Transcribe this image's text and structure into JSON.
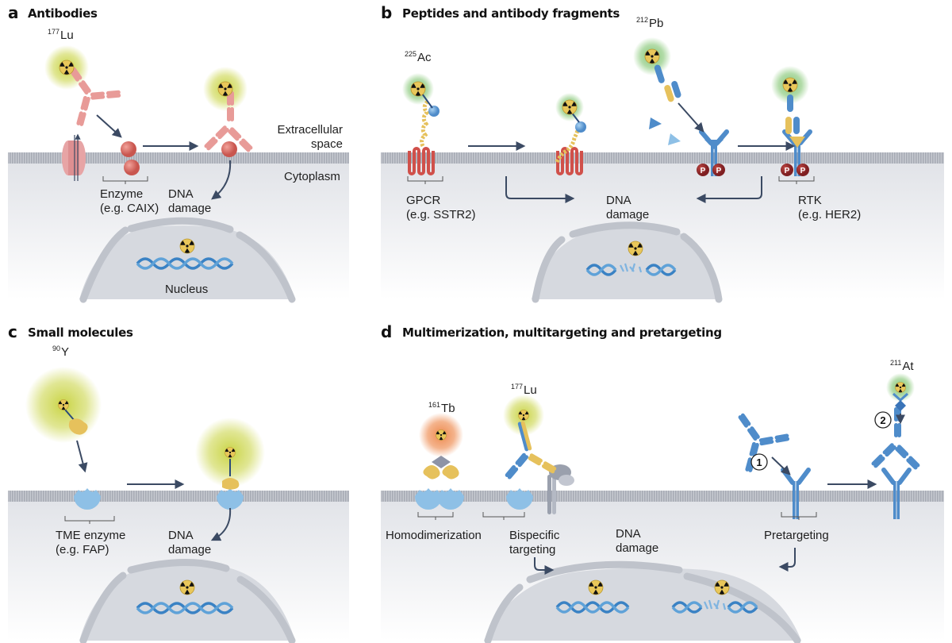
{
  "figure": {
    "panels": [
      {
        "id": "a",
        "letter": "a",
        "title": "Antibodies",
        "isotopes": [
          {
            "mass": "177",
            "symbol": "Lu",
            "glow": "#c7d23c"
          }
        ],
        "labels": {
          "extracellular": "Extracellular\nspace",
          "cytoplasm": "Cytoplasm",
          "target": "Enzyme\n(e.g. CAIX)",
          "dna_damage": "DNA\ndamage",
          "nucleus": "Nucleus"
        }
      },
      {
        "id": "b",
        "letter": "b",
        "title": "Peptides and antibody fragments",
        "isotopes": [
          {
            "mass": "225",
            "symbol": "Ac",
            "glow": "#7fc46f"
          },
          {
            "mass": "212",
            "symbol": "Pb",
            "glow": "#7fc46f"
          }
        ],
        "labels": {
          "target_left": "GPCR\n(e.g. SSTR2)",
          "dna_damage": "DNA\ndamage",
          "target_right": "RTK\n(e.g. HER2)",
          "phospho": "P"
        }
      },
      {
        "id": "c",
        "letter": "c",
        "title": "Small molecules",
        "isotopes": [
          {
            "mass": "90",
            "symbol": "Y",
            "glow": "#c7d23c"
          }
        ],
        "labels": {
          "target": "TME enzyme\n(e.g. FAP)",
          "dna_damage": "DNA\ndamage"
        }
      },
      {
        "id": "d",
        "letter": "d",
        "title": "Multimerization, multitargeting and pretargeting",
        "isotopes": [
          {
            "mass": "161",
            "symbol": "Tb",
            "glow": "#ee8a4e"
          },
          {
            "mass": "177",
            "symbol": "Lu",
            "glow": "#c7d23c"
          },
          {
            "mass": "211",
            "symbol": "At",
            "glow": "#7fc46f"
          }
        ],
        "labels": {
          "homodimerization": "Homodimerization",
          "bispecific": "Bispecific\ntargeting",
          "dna_damage": "DNA\ndamage",
          "pretargeting": "Pretargeting",
          "step1": "1",
          "step2": "2"
        }
      }
    ],
    "colors": {
      "membrane": "#b9bcc4",
      "cytoplasm": "#e3e5ea",
      "nucleus": "#d2d5dc",
      "antibody_red": "#e69a9a",
      "protein_blue": "#4f8cca",
      "light_blue": "#8ec0e6",
      "yellow": "#e6c15c",
      "dna_blue": "#3a82c4",
      "arrow": "#3b4a63",
      "phospho_red": "#9e2a2b"
    }
  }
}
